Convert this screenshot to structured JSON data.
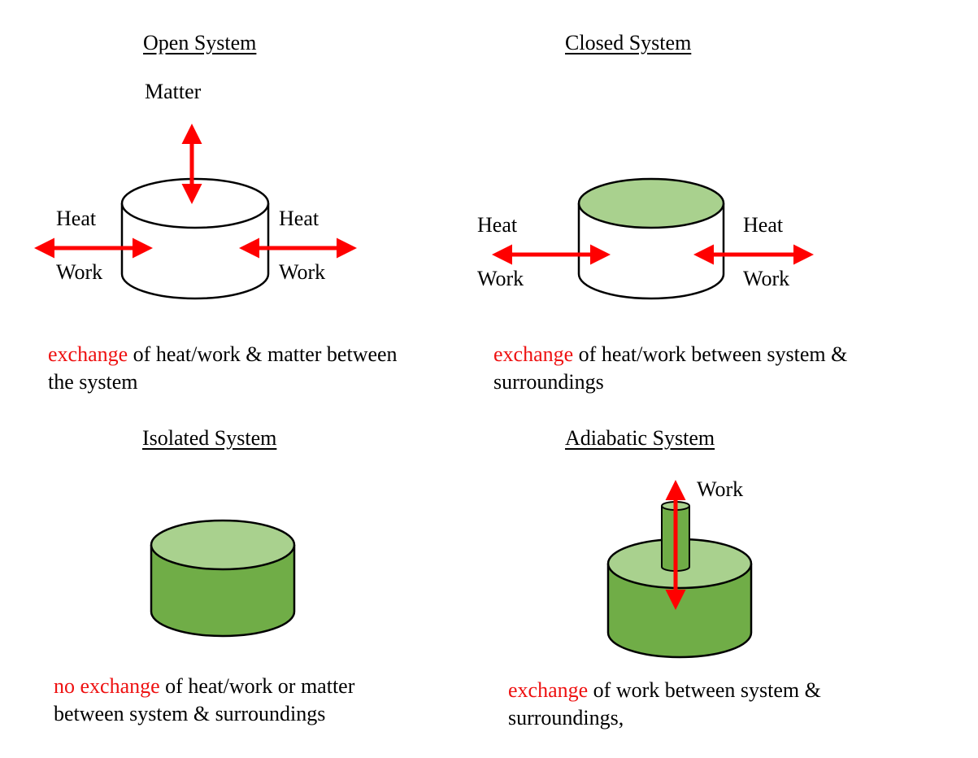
{
  "open": {
    "title": "Open System",
    "matter": "Matter",
    "heat_left": "Heat",
    "work_left": "Work",
    "heat_right": "Heat",
    "work_right": "Work",
    "desc_highlight": "exchange",
    "desc_line1_rest": " of heat/work & matter between",
    "desc_line2": "the system"
  },
  "closed": {
    "title": "Closed System",
    "heat_left": "Heat",
    "work_left": "Work",
    "heat_right": "Heat",
    "work_right": "Work",
    "desc_highlight": "exchange",
    "desc_line1_rest": " of heat/work between system &",
    "desc_line2": "surroundings"
  },
  "isolated": {
    "title": "Isolated System",
    "desc_highlight": "no exchange",
    "desc_line1_rest": " of heat/work or matter",
    "desc_line2": "between system & surroundings"
  },
  "adiabatic": {
    "title": "Adiabatic System",
    "work": "Work",
    "desc_highlight": "exchange",
    "desc_line1_rest": " of work between system &",
    "desc_line2": "surroundings,"
  },
  "colors": {
    "arrow": "#ff0000",
    "highlight_text": "#ee1111",
    "cylinder_body_green": "#70ad47",
    "cylinder_top_green": "#a9d18e",
    "outline": "#000000"
  }
}
